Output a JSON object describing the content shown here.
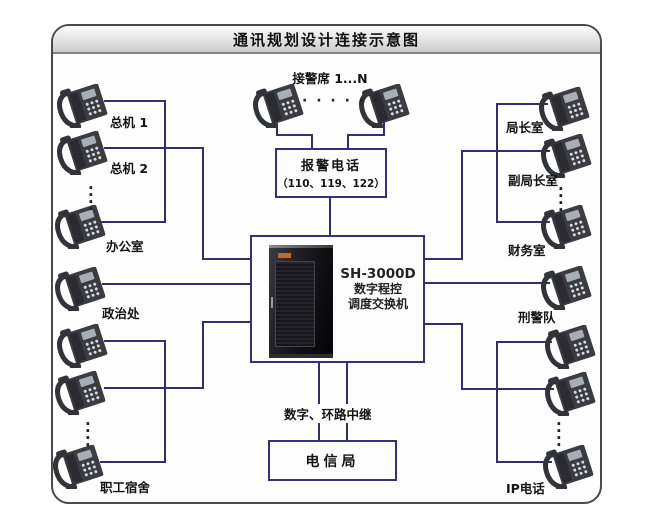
{
  "title": "通讯规划设计连接示意图",
  "colors": {
    "wire": "#322e70",
    "box_border": "#34307c",
    "frame_border": "#4a4a4a",
    "rack_badge": "#c06a28",
    "phone_body": "#3b3b42"
  },
  "top_section": {
    "operator_label": "接警席 1...N",
    "alarm_box": {
      "title": "报警电话",
      "numbers": "（110、119、122）"
    }
  },
  "switch": {
    "model": "SH-3000D",
    "line2": "数字程控",
    "line3": "调度交换机"
  },
  "bottom_section": {
    "trunk_label": "数字、环路中继",
    "telecom_box": "电信局"
  },
  "labels": {
    "left": [
      "总机 1",
      "总机 2",
      "办公室",
      "政治处",
      "职工宿舍"
    ],
    "right": [
      "局长室",
      "副局长室",
      "财务室",
      "刑警队",
      "IP电话"
    ]
  },
  "dots": {
    "v": "·\n·\n·\n·",
    "h": "· · · · · ·"
  }
}
